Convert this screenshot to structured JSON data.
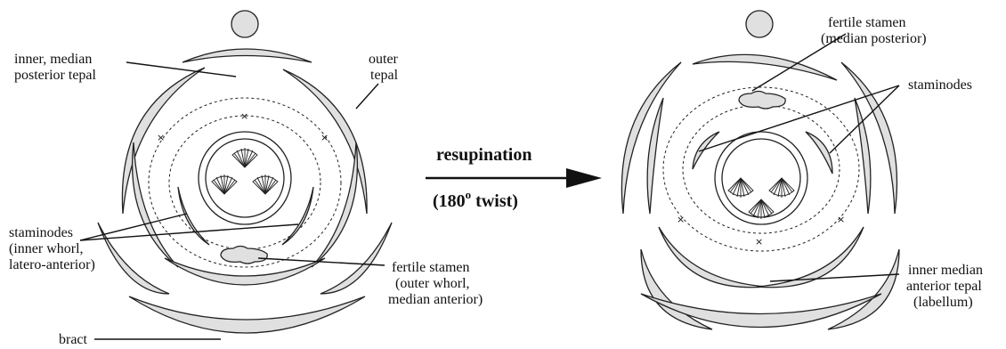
{
  "left_flower": {
    "labels": {
      "inner_median_posterior_line1": "inner, median",
      "inner_median_posterior_line2": "posterior tepal",
      "outer_tepal_line1": "outer",
      "outer_tepal_line2": "tepal",
      "staminodes_line1": "staminodes",
      "staminodes_line2": "(inner whorl,",
      "staminodes_line3": "latero-anterior)",
      "fertile_line1": "fertile stamen",
      "fertile_line2": "(outer whorl,",
      "fertile_line3": "median anterior)",
      "bract": "bract"
    }
  },
  "right_flower": {
    "labels": {
      "fertile_line1": "fertile stamen",
      "fertile_line2": "(median posterior)",
      "staminodes": "staminodes",
      "labellum_line1": "inner median",
      "labellum_line2": "anterior tepal",
      "labellum_line3": "(labellum)"
    }
  },
  "transition": {
    "title": "resupination",
    "twist_prefix": "(180",
    "twist_superscript": "o",
    "twist_suffix": " twist)"
  },
  "whorl_marker": "×"
}
